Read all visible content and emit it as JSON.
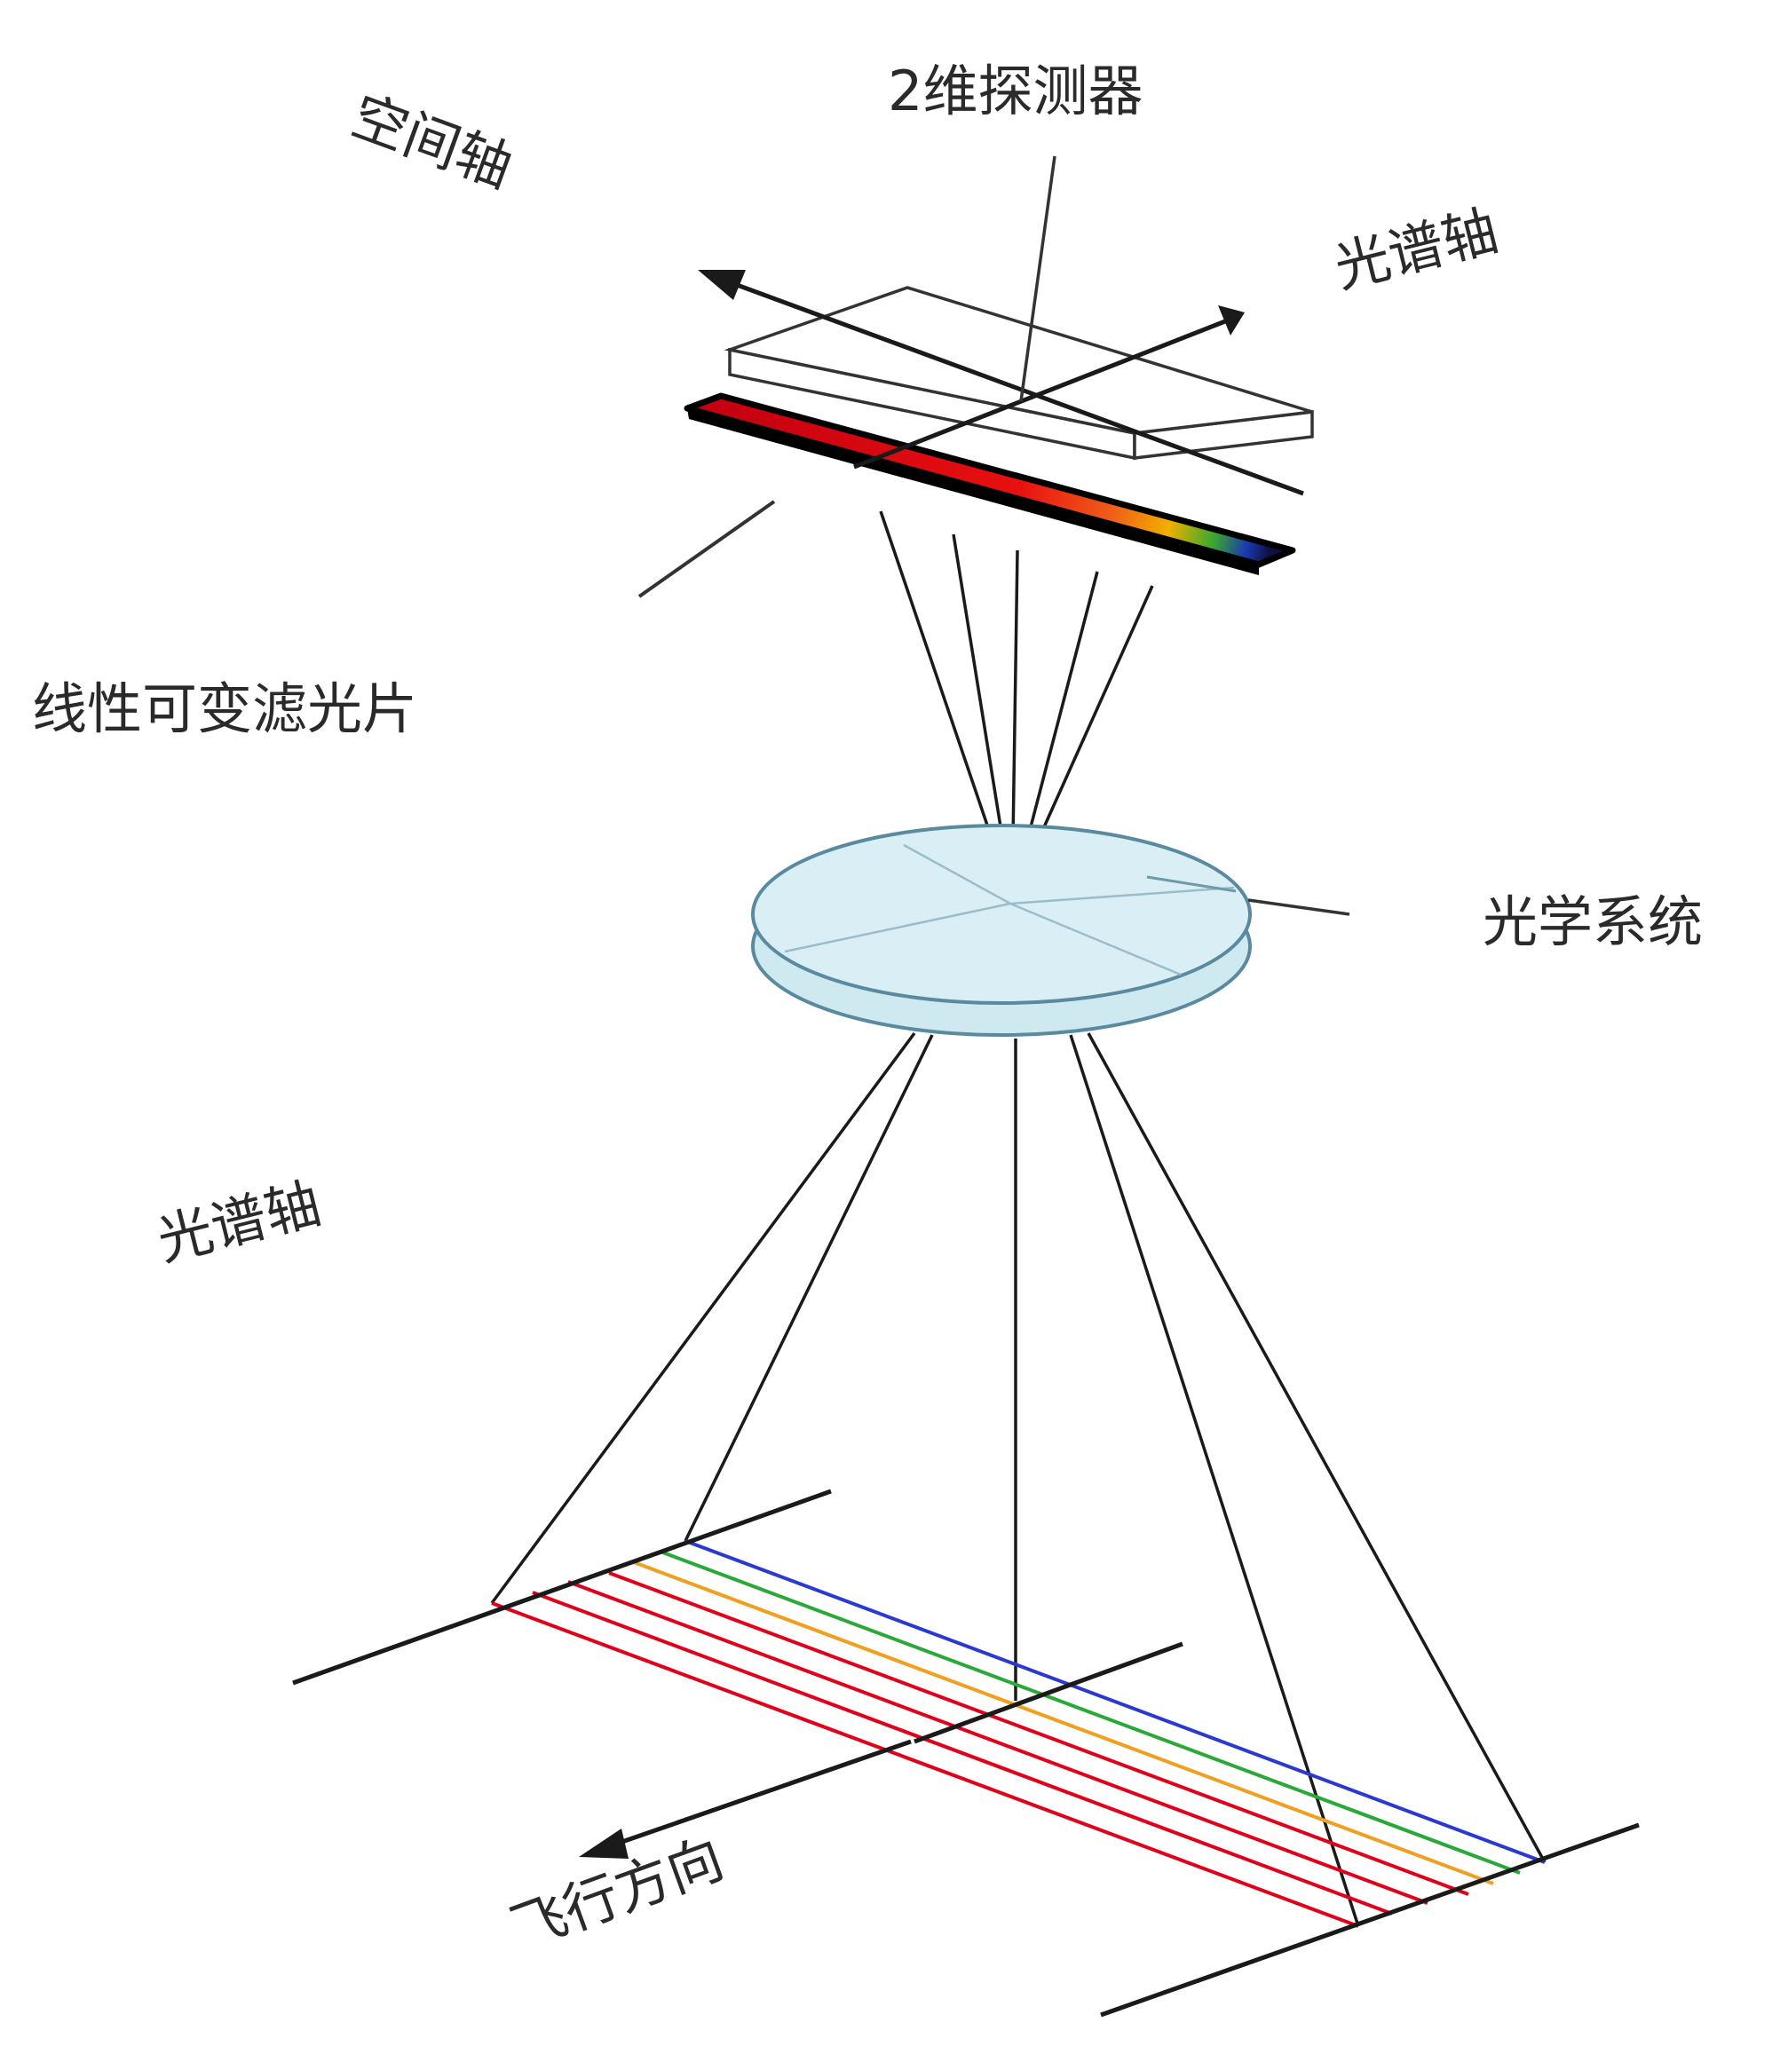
{
  "labels": {
    "detector": "2维探测器",
    "spatial_axis": "空间轴",
    "spectral_axis_top": "光谱轴",
    "filter": "线性可变滤光片",
    "optics": "光学系统",
    "spectral_axis_bottom": "光谱轴",
    "flight_direction": "飞行方向"
  },
  "colors": {
    "line": "#1a1a1a",
    "lens_fill": "#cfe9f1",
    "lens_stroke": "#5a8aa0",
    "band_red": "#e0001a",
    "band_orange": "#f0a020",
    "band_green": "#2aa838",
    "band_blue": "#2a3ad0"
  }
}
